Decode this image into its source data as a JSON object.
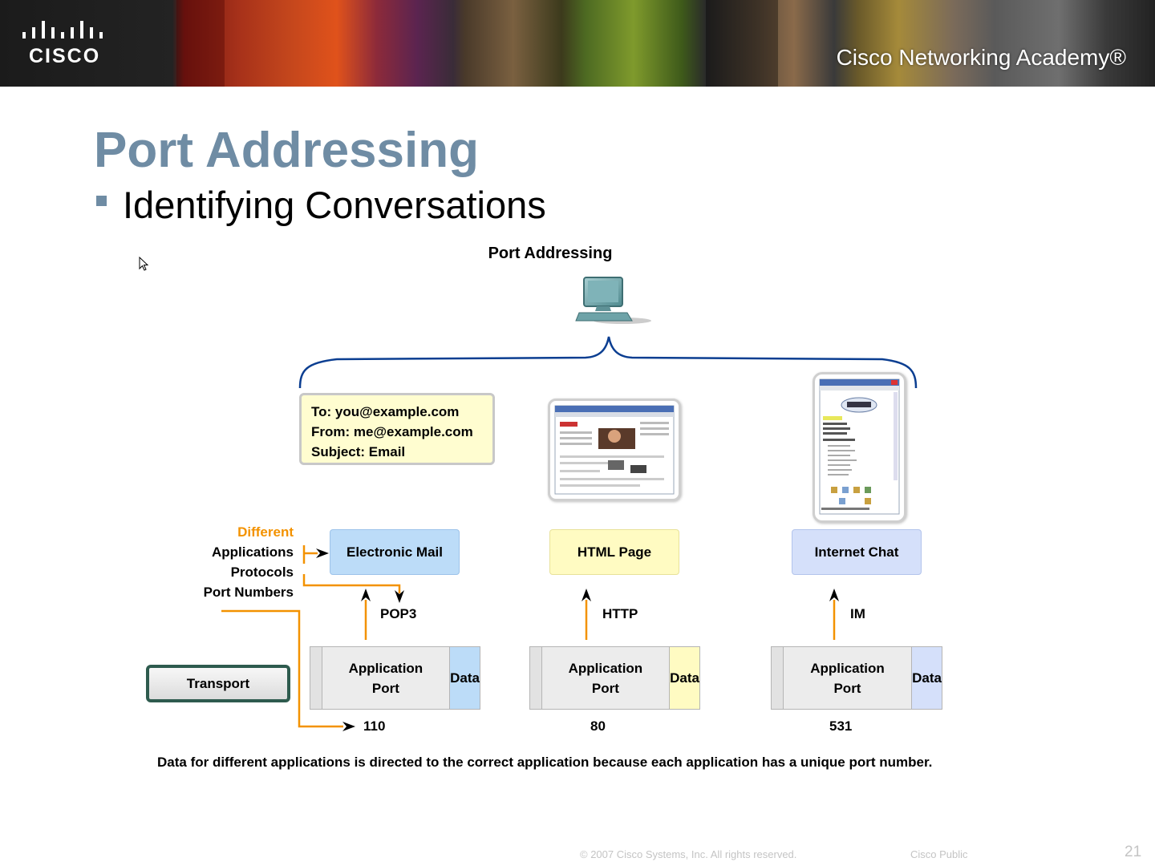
{
  "header": {
    "logo_text": "CISCO",
    "academy_text": "Cisco Networking Academy®"
  },
  "slide": {
    "title": "Port Addressing",
    "bullet": "Identifying Conversations"
  },
  "diagram": {
    "title": "Port Addressing",
    "email": {
      "to": "To: you@example.com",
      "from": "From: me@example.com",
      "subject": "Subject: Email"
    },
    "side_labels": {
      "different": "Different",
      "applications": "Applications",
      "protocols": "Protocols",
      "port_numbers": "Port Numbers"
    },
    "apps": [
      {
        "name": "Electronic Mail",
        "protocol": "POP3",
        "segment_port": "Application Port",
        "segment_data": "Data",
        "port": "110",
        "color": "#bcdcf8"
      },
      {
        "name": "HTML Page",
        "protocol": "HTTP",
        "segment_port": "Application Port",
        "segment_data": "Data",
        "port": "80",
        "color": "#fffbc2"
      },
      {
        "name": "Internet Chat",
        "protocol": "IM",
        "segment_port": "Application Port",
        "segment_data": "Data",
        "port": "531",
        "color": "#d5e0fa"
      }
    ],
    "transport": "Transport",
    "caption": "Data for different applications is directed to the correct application because each application has a unique port number.",
    "accent_color": "#f39200",
    "brace_color": "#0b3e91"
  },
  "footer": {
    "copyright": "© 2007 Cisco Systems, Inc. All rights reserved.",
    "classification": "Cisco Public",
    "page_number": "21"
  }
}
